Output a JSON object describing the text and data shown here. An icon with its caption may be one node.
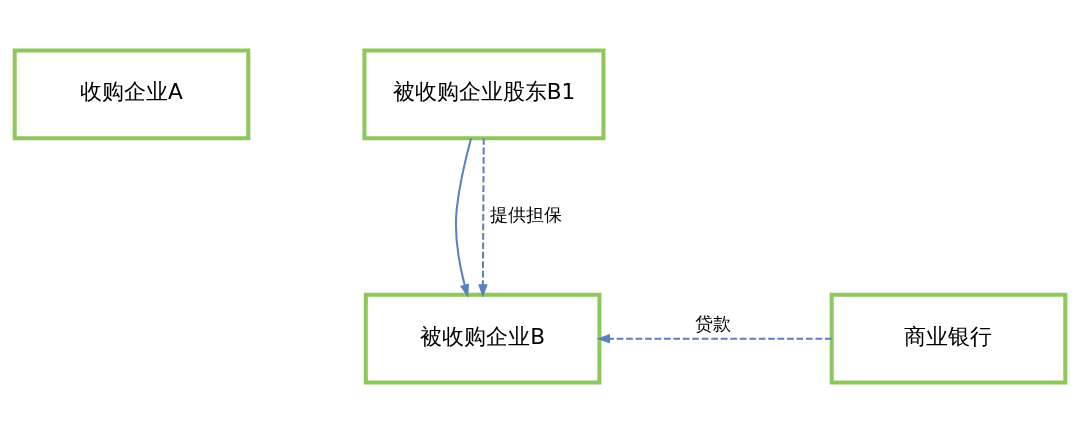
{
  "diagram": {
    "nodes": [
      {
        "text": [
          "收购企业A"
        ]
      },
      {
        "text": [
          "被收购企业股东B1"
        ]
      },
      {
        "text": [
          "被收购企业B"
        ]
      },
      {
        "text": [
          "商业银行"
        ]
      }
    ],
    "edges": [
      {
        "from": 1,
        "to": 2,
        "arrow": "to"
      },
      {
        "from": 1,
        "to": 2,
        "arrow": "to",
        "style": "dashed",
        "label": "提供担保"
      },
      {
        "from": 3,
        "to": 2,
        "arrow": "to",
        "style": "dashed",
        "label": "贷款"
      }
    ]
  }
}
